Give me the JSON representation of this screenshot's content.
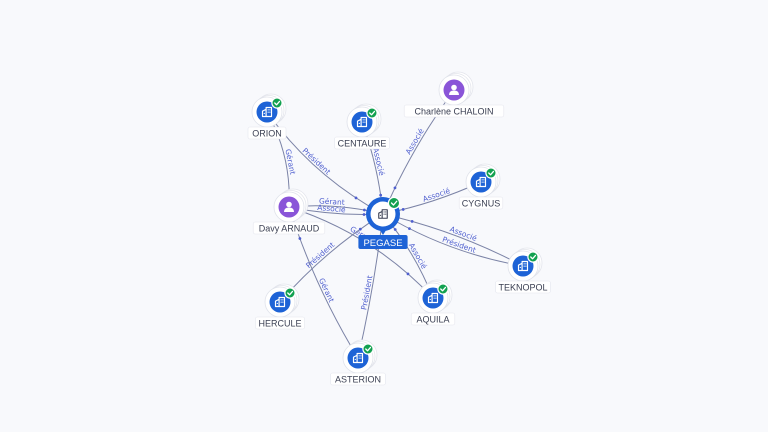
{
  "colors": {
    "company": "#1e63d6",
    "person": "#8a55d8",
    "check": "#12a150",
    "edge": "#7b83a6",
    "edge_label": "#4f5fcf",
    "center": "#1e63d6"
  },
  "center": {
    "id": "pegase",
    "label": "PEGASE",
    "icon": "building-icon",
    "badge": "check-icon"
  },
  "nodes": [
    {
      "id": "orion",
      "label": "ORION",
      "type": "company",
      "icon": "building-icon",
      "badge": "check-icon"
    },
    {
      "id": "centaure",
      "label": "CENTAURE",
      "type": "company",
      "icon": "building-icon",
      "badge": "check-icon"
    },
    {
      "id": "charlene",
      "label": "Charlène CHALOIN",
      "type": "person",
      "icon": "person-icon"
    },
    {
      "id": "cygnus",
      "label": "CYGNUS",
      "type": "company",
      "icon": "building-icon",
      "badge": "check-icon"
    },
    {
      "id": "davy",
      "label": "Davy ARNAUD",
      "type": "person",
      "icon": "person-icon"
    },
    {
      "id": "teknopol",
      "label": "TEKNOPOL",
      "type": "company",
      "icon": "building-icon",
      "badge": "check-icon"
    },
    {
      "id": "hercule",
      "label": "HERCULE",
      "type": "company",
      "icon": "building-icon",
      "badge": "check-icon"
    },
    {
      "id": "aquila",
      "label": "AQUILA",
      "type": "company",
      "icon": "building-icon",
      "badge": "check-icon"
    },
    {
      "id": "asterion",
      "label": "ASTERION",
      "type": "company",
      "icon": "building-icon",
      "badge": "check-icon"
    }
  ],
  "edges": [
    {
      "from": "orion",
      "to": "pegase",
      "label": "Président"
    },
    {
      "from": "centaure",
      "to": "pegase",
      "label": "Associé"
    },
    {
      "from": "charlene",
      "to": "pegase",
      "label": "Associé"
    },
    {
      "from": "cygnus",
      "to": "pegase",
      "label": "Associé"
    },
    {
      "from": "davy",
      "to": "pegase",
      "label": "Gérant"
    },
    {
      "from": "davy",
      "to": "pegase",
      "label": "Associé"
    },
    {
      "from": "davy",
      "to": "orion",
      "label": "Gérant"
    },
    {
      "from": "davy",
      "to": "aquila",
      "label": "Gérant"
    },
    {
      "from": "teknopol",
      "to": "pegase",
      "label": "Associé"
    },
    {
      "from": "hercule",
      "to": "pegase",
      "label": "Président"
    },
    {
      "from": "aquila",
      "to": "pegase",
      "label": "Associé"
    },
    {
      "from": "teknopol",
      "to": "pegase",
      "label": "Président"
    },
    {
      "from": "asterion",
      "to": "pegase",
      "label": "Président"
    },
    {
      "from": "asterion",
      "to": "davy",
      "label": "Gérant"
    }
  ]
}
